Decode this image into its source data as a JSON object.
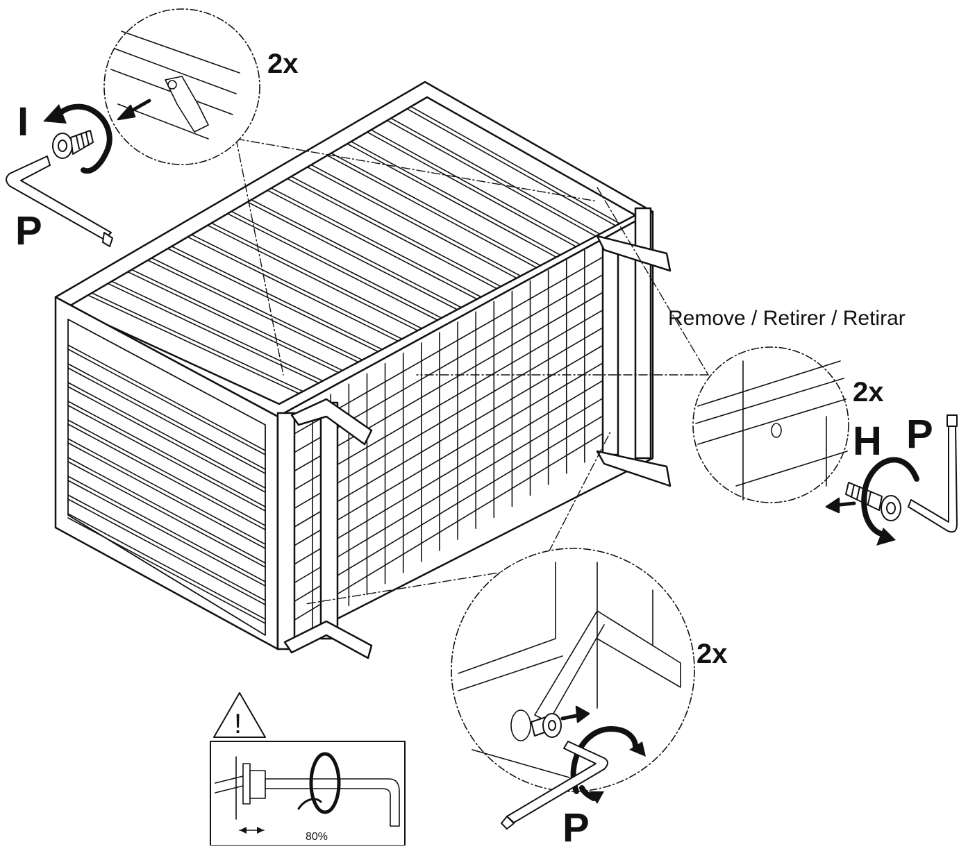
{
  "callout_top_left": {
    "quantity": "2x",
    "part_bolt": "I",
    "part_key": "P"
  },
  "callout_right": {
    "instruction": "Remove / Retirer / Retirar",
    "quantity": "2x",
    "part_bolt": "H",
    "part_key": "P"
  },
  "callout_bottom": {
    "quantity": "2x",
    "part_key": "P"
  },
  "warning_box": {
    "symbol": "!",
    "torque_label": "80%"
  },
  "icons": [
    "allen-key-icon",
    "bolt-icon",
    "rotate-arrow-icon",
    "warning-triangle-icon"
  ]
}
